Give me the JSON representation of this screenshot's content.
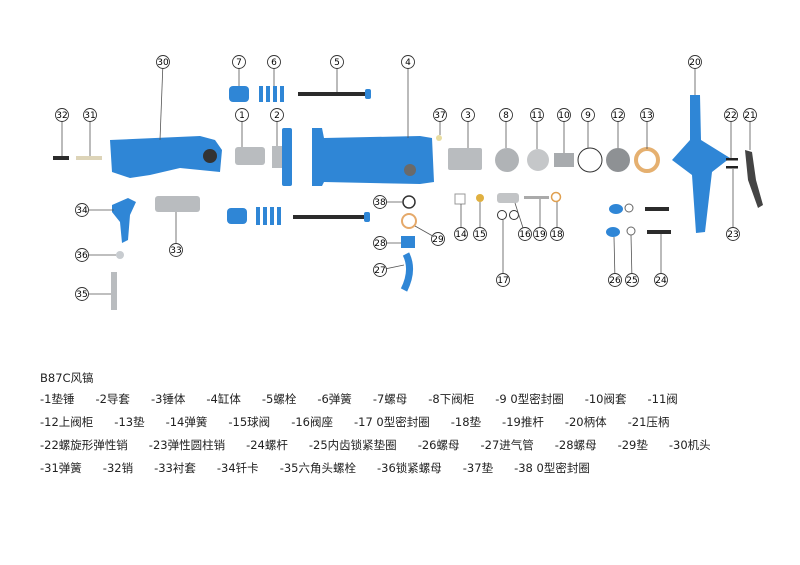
{
  "title": "B87C风镐",
  "colors": {
    "part_blue": "#2f86d6",
    "steel": "#b9bcbf",
    "dark": "#2b2b2b",
    "copper": "#e5a96a",
    "line": "#555555"
  },
  "callouts": [
    "30",
    "7",
    "6",
    "5",
    "4",
    "32",
    "31",
    "1",
    "2",
    "37",
    "3",
    "8",
    "11",
    "10",
    "9",
    "12",
    "13",
    "20",
    "22",
    "21",
    "34",
    "33",
    "36",
    "35",
    "38",
    "29",
    "28",
    "27",
    "14",
    "15",
    "16",
    "19",
    "18",
    "17",
    "26",
    "25",
    "24",
    "23"
  ],
  "legend_rows": [
    [
      "-1垫锤",
      "-2导套",
      "-3锤体",
      "-4缸体",
      "-5螺栓",
      "-6弹簧",
      "-7螺母",
      "-8下阀柜",
      "-9 0型密封圈",
      "-10阀套",
      "-11阀"
    ],
    [
      "-12上阀柜",
      "-13垫",
      "-14弹簧",
      "-15球阀",
      "-16阀座",
      "-17 0型密封圈",
      "-18垫",
      "-19推杆",
      "-20柄体",
      "-21压柄"
    ],
    [
      "-22螺旋形弹性销",
      "-23弹性圆柱销",
      "-24螺杆",
      "-25内齿锁紧垫圈",
      "-26螺母",
      "-27进气管",
      "-28螺母",
      "-29垫",
      "-30机头"
    ],
    [
      "-31弹簧",
      "-32销",
      "-33衬套",
      "-34钎卡",
      "-35六角头螺栓",
      "-36锁紧螺母",
      "-37垫",
      "-38 0型密封圈"
    ]
  ]
}
